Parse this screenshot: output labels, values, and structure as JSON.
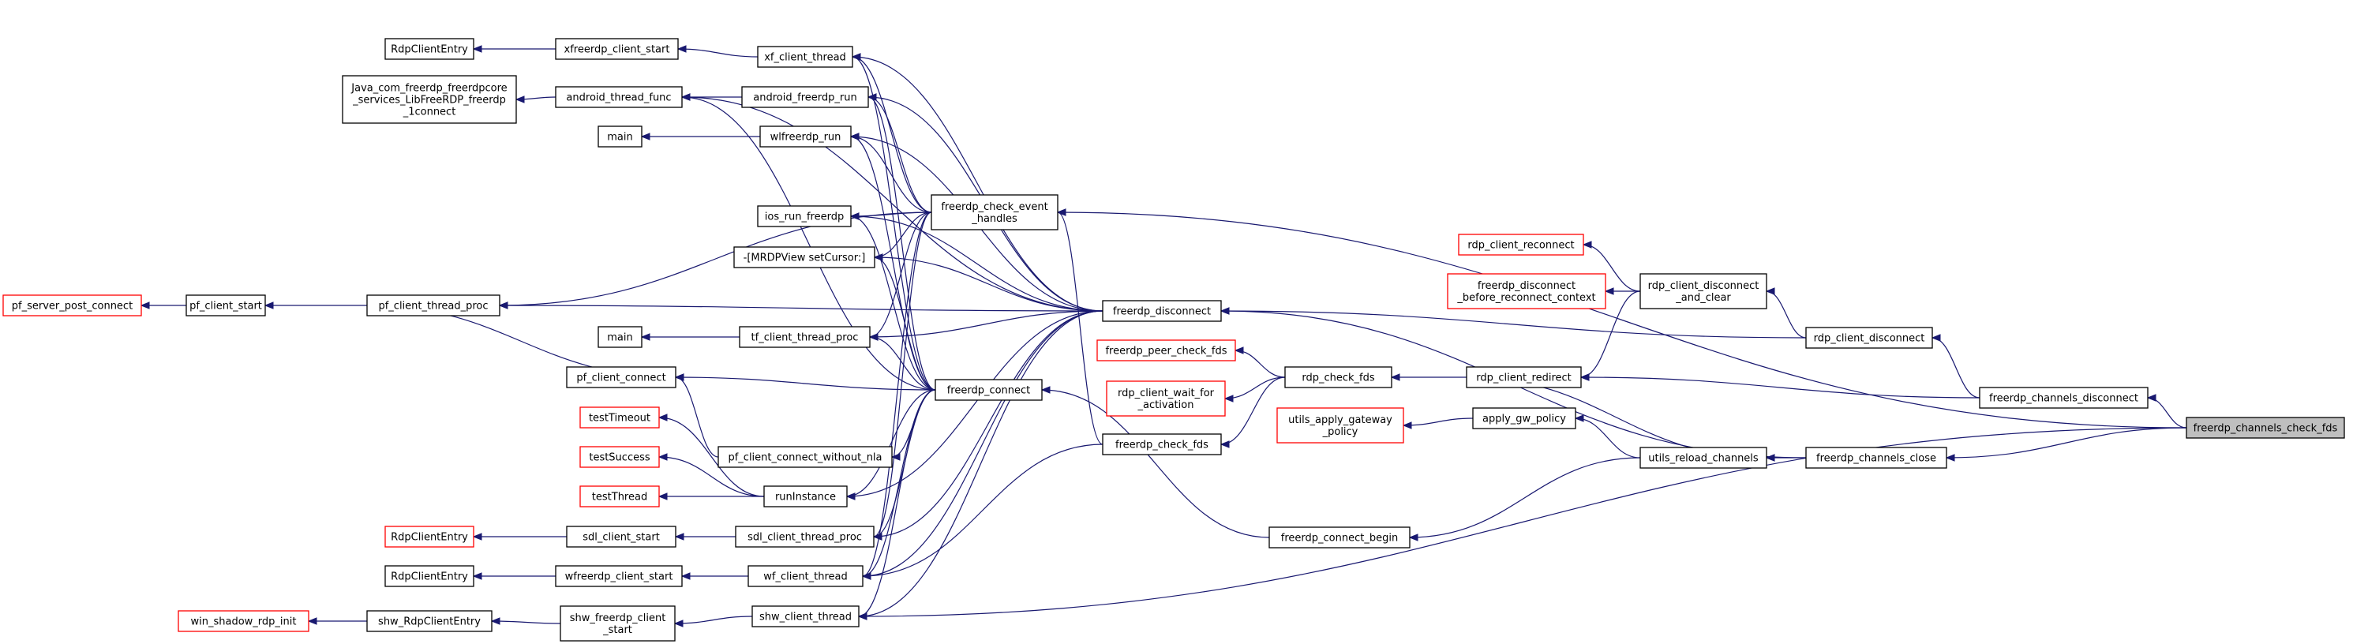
{
  "colors": {
    "edge": "#191970",
    "root_fill": "#bfbfbf",
    "truncated_border": "#ff0000",
    "normal_border": "#000000"
  },
  "nodes": [
    {
      "id": "fcf",
      "lines": [
        "freerdp_channels_check_fds"
      ],
      "kind": "root"
    },
    {
      "id": "fcd",
      "lines": [
        "freerdp_channels_disconnect"
      ],
      "kind": "black"
    },
    {
      "id": "fcc",
      "lines": [
        "freerdp_channels_close"
      ],
      "kind": "black"
    },
    {
      "id": "rcd",
      "lines": [
        "rdp_client_disconnect"
      ],
      "kind": "black"
    },
    {
      "id": "rcdac",
      "lines": [
        "rdp_client_disconnect",
        "_and_clear"
      ],
      "kind": "black"
    },
    {
      "id": "rcr",
      "lines": [
        "rdp_client_reconnect"
      ],
      "kind": "red"
    },
    {
      "id": "fdbrc",
      "lines": [
        "freerdp_disconnect",
        "_before_reconnect_context"
      ],
      "kind": "red"
    },
    {
      "id": "rcredir",
      "lines": [
        "rdp_client_redirect"
      ],
      "kind": "black"
    },
    {
      "id": "urc",
      "lines": [
        "utils_reload_channels"
      ],
      "kind": "black"
    },
    {
      "id": "agp",
      "lines": [
        "apply_gw_policy"
      ],
      "kind": "black"
    },
    {
      "id": "uagp",
      "lines": [
        "utils_apply_gateway",
        "_policy"
      ],
      "kind": "red"
    },
    {
      "id": "rchk",
      "lines": [
        "rdp_check_fds"
      ],
      "kind": "black"
    },
    {
      "id": "fpcf",
      "lines": [
        "freerdp_peer_check_fds"
      ],
      "kind": "red"
    },
    {
      "id": "rcwfa",
      "lines": [
        "rdp_client_wait_for",
        "_activation"
      ],
      "kind": "red"
    },
    {
      "id": "fchk",
      "lines": [
        "freerdp_check_fds"
      ],
      "kind": "black"
    },
    {
      "id": "fcb",
      "lines": [
        "freerdp_connect_begin"
      ],
      "kind": "black"
    },
    {
      "id": "fdisc",
      "lines": [
        "freerdp_disconnect"
      ],
      "kind": "black"
    },
    {
      "id": "fconn",
      "lines": [
        "freerdp_connect"
      ],
      "kind": "black"
    },
    {
      "id": "fceh",
      "lines": [
        "freerdp_check_event",
        "_handles"
      ],
      "kind": "black"
    },
    {
      "id": "xct",
      "lines": [
        "xf_client_thread"
      ],
      "kind": "black"
    },
    {
      "id": "afr",
      "lines": [
        "android_freerdp_run"
      ],
      "kind": "black"
    },
    {
      "id": "wfr",
      "lines": [
        "wlfreerdp_run"
      ],
      "kind": "black"
    },
    {
      "id": "irf",
      "lines": [
        "ios_run_freerdp"
      ],
      "kind": "black"
    },
    {
      "id": "mrdp",
      "lines": [
        "-[MRDPView setCursor:]"
      ],
      "kind": "black"
    },
    {
      "id": "tfct",
      "lines": [
        "tf_client_thread_proc"
      ],
      "kind": "black"
    },
    {
      "id": "pccwn",
      "lines": [
        "pf_client_connect_without_nla"
      ],
      "kind": "black"
    },
    {
      "id": "runi",
      "lines": [
        "runInstance"
      ],
      "kind": "black"
    },
    {
      "id": "sdlct",
      "lines": [
        "sdl_client_thread_proc"
      ],
      "kind": "black"
    },
    {
      "id": "wfct",
      "lines": [
        "wf_client_thread"
      ],
      "kind": "black"
    },
    {
      "id": "shwct",
      "lines": [
        "shw_client_thread"
      ],
      "kind": "black"
    },
    {
      "id": "rce1",
      "lines": [
        "RdpClientEntry"
      ],
      "kind": "black"
    },
    {
      "id": "xcs",
      "lines": [
        "xfreerdp_client_start"
      ],
      "kind": "black"
    },
    {
      "id": "jcf",
      "lines": [
        "Java_com_freerdp_freerdpcore",
        "_services_LibFreeRDP_freerdp",
        "_1connect"
      ],
      "kind": "black"
    },
    {
      "id": "atf",
      "lines": [
        "android_thread_func"
      ],
      "kind": "black"
    },
    {
      "id": "main1",
      "lines": [
        "main"
      ],
      "kind": "black"
    },
    {
      "id": "main2",
      "lines": [
        "main"
      ],
      "kind": "black"
    },
    {
      "id": "pspc",
      "lines": [
        "pf_server_post_connect"
      ],
      "kind": "red"
    },
    {
      "id": "pcs",
      "lines": [
        "pf_client_start"
      ],
      "kind": "black"
    },
    {
      "id": "pctp",
      "lines": [
        "pf_client_thread_proc"
      ],
      "kind": "black"
    },
    {
      "id": "pcc",
      "lines": [
        "pf_client_connect"
      ],
      "kind": "black"
    },
    {
      "id": "ttime",
      "lines": [
        "testTimeout"
      ],
      "kind": "red"
    },
    {
      "id": "tsucc",
      "lines": [
        "testSuccess"
      ],
      "kind": "red"
    },
    {
      "id": "tthr",
      "lines": [
        "testThread"
      ],
      "kind": "red"
    },
    {
      "id": "rce2",
      "lines": [
        "RdpClientEntry"
      ],
      "kind": "red"
    },
    {
      "id": "scs",
      "lines": [
        "sdl_client_start"
      ],
      "kind": "black"
    },
    {
      "id": "rce3",
      "lines": [
        "RdpClientEntry"
      ],
      "kind": "black"
    },
    {
      "id": "wcs",
      "lines": [
        "wfreerdp_client_start"
      ],
      "kind": "black"
    },
    {
      "id": "wsri",
      "lines": [
        "win_shadow_rdp_init"
      ],
      "kind": "red"
    },
    {
      "id": "srce",
      "lines": [
        "shw_RdpClientEntry"
      ],
      "kind": "black"
    },
    {
      "id": "sfcs",
      "lines": [
        "shw_freerdp_client",
        "_start"
      ],
      "kind": "black"
    }
  ],
  "edges": [
    {
      "from": "fcd",
      "to": "fcf"
    },
    {
      "from": "fcc",
      "to": "fcf"
    },
    {
      "from": "fceh",
      "to": "fcf"
    },
    {
      "from": "shwct",
      "to": "fcf"
    },
    {
      "from": "rcd",
      "to": "fcd"
    },
    {
      "from": "rcredir",
      "to": "fcd"
    },
    {
      "from": "urc",
      "to": "fcc"
    },
    {
      "from": "fdisc",
      "to": "fcc"
    },
    {
      "from": "rcdac",
      "to": "rcd"
    },
    {
      "from": "fdisc",
      "to": "rcd"
    },
    {
      "from": "rcr",
      "to": "rcdac"
    },
    {
      "from": "fdbrc",
      "to": "rcdac"
    },
    {
      "from": "rcredir",
      "to": "rcdac"
    },
    {
      "from": "urc",
      "to": "rcredir"
    },
    {
      "from": "rchk",
      "to": "rcredir"
    },
    {
      "from": "agp",
      "to": "urc"
    },
    {
      "from": "fcb",
      "to": "urc"
    },
    {
      "from": "uagp",
      "to": "agp"
    },
    {
      "from": "fpcf",
      "to": "rchk"
    },
    {
      "from": "rcwfa",
      "to": "rchk"
    },
    {
      "from": "fchk",
      "to": "rchk"
    },
    {
      "from": "fceh",
      "to": "fchk"
    },
    {
      "from": "wfct",
      "to": "fchk"
    },
    {
      "from": "fconn",
      "to": "fcb"
    },
    {
      "from": "xct",
      "to": "fdisc"
    },
    {
      "from": "afr",
      "to": "fdisc"
    },
    {
      "from": "wfr",
      "to": "fdisc"
    },
    {
      "from": "irf",
      "to": "fdisc"
    },
    {
      "from": "mrdp",
      "to": "fdisc"
    },
    {
      "from": "tfct",
      "to": "fdisc"
    },
    {
      "from": "pctp",
      "to": "fdisc"
    },
    {
      "from": "runi",
      "to": "fdisc"
    },
    {
      "from": "sdlct",
      "to": "fdisc"
    },
    {
      "from": "wfct",
      "to": "fdisc"
    },
    {
      "from": "shwct",
      "to": "fdisc"
    },
    {
      "from": "atf",
      "to": "fdisc"
    },
    {
      "from": "xct",
      "to": "fconn"
    },
    {
      "from": "afr",
      "to": "fconn"
    },
    {
      "from": "wfr",
      "to": "fconn"
    },
    {
      "from": "irf",
      "to": "fconn"
    },
    {
      "from": "mrdp",
      "to": "fconn"
    },
    {
      "from": "tfct",
      "to": "fconn"
    },
    {
      "from": "pcc",
      "to": "fconn"
    },
    {
      "from": "pccwn",
      "to": "fconn"
    },
    {
      "from": "runi",
      "to": "fconn"
    },
    {
      "from": "sdlct",
      "to": "fconn"
    },
    {
      "from": "wfct",
      "to": "fconn"
    },
    {
      "from": "shwct",
      "to": "fconn"
    },
    {
      "from": "atf",
      "to": "fconn"
    },
    {
      "from": "xct",
      "to": "fceh"
    },
    {
      "from": "afr",
      "to": "fceh"
    },
    {
      "from": "wfr",
      "to": "fceh"
    },
    {
      "from": "irf",
      "to": "fceh"
    },
    {
      "from": "mrdp",
      "to": "fceh"
    },
    {
      "from": "tfct",
      "to": "fceh"
    },
    {
      "from": "pctp",
      "to": "fceh"
    },
    {
      "from": "sdlct",
      "to": "fceh"
    },
    {
      "from": "wfct",
      "to": "fceh"
    },
    {
      "from": "xcs",
      "to": "xct"
    },
    {
      "from": "rce1",
      "to": "xcs"
    },
    {
      "from": "atf",
      "to": "afr"
    },
    {
      "from": "jcf",
      "to": "atf"
    },
    {
      "from": "main1",
      "to": "wfr"
    },
    {
      "from": "main2",
      "to": "tfct"
    },
    {
      "from": "pspc",
      "to": "pcs"
    },
    {
      "from": "pcs",
      "to": "pctp"
    },
    {
      "from": "pcc",
      "to": "pctp"
    },
    {
      "from": "pcc",
      "to": "pccwn"
    },
    {
      "from": "ttime",
      "to": "runi"
    },
    {
      "from": "tsucc",
      "to": "runi"
    },
    {
      "from": "tthr",
      "to": "runi"
    },
    {
      "from": "rce2",
      "to": "scs"
    },
    {
      "from": "scs",
      "to": "sdlct"
    },
    {
      "from": "rce3",
      "to": "wcs"
    },
    {
      "from": "wcs",
      "to": "wfct"
    },
    {
      "from": "wsri",
      "to": "srce"
    },
    {
      "from": "srce",
      "to": "sfcs"
    },
    {
      "from": "sfcs",
      "to": "shwct"
    }
  ]
}
